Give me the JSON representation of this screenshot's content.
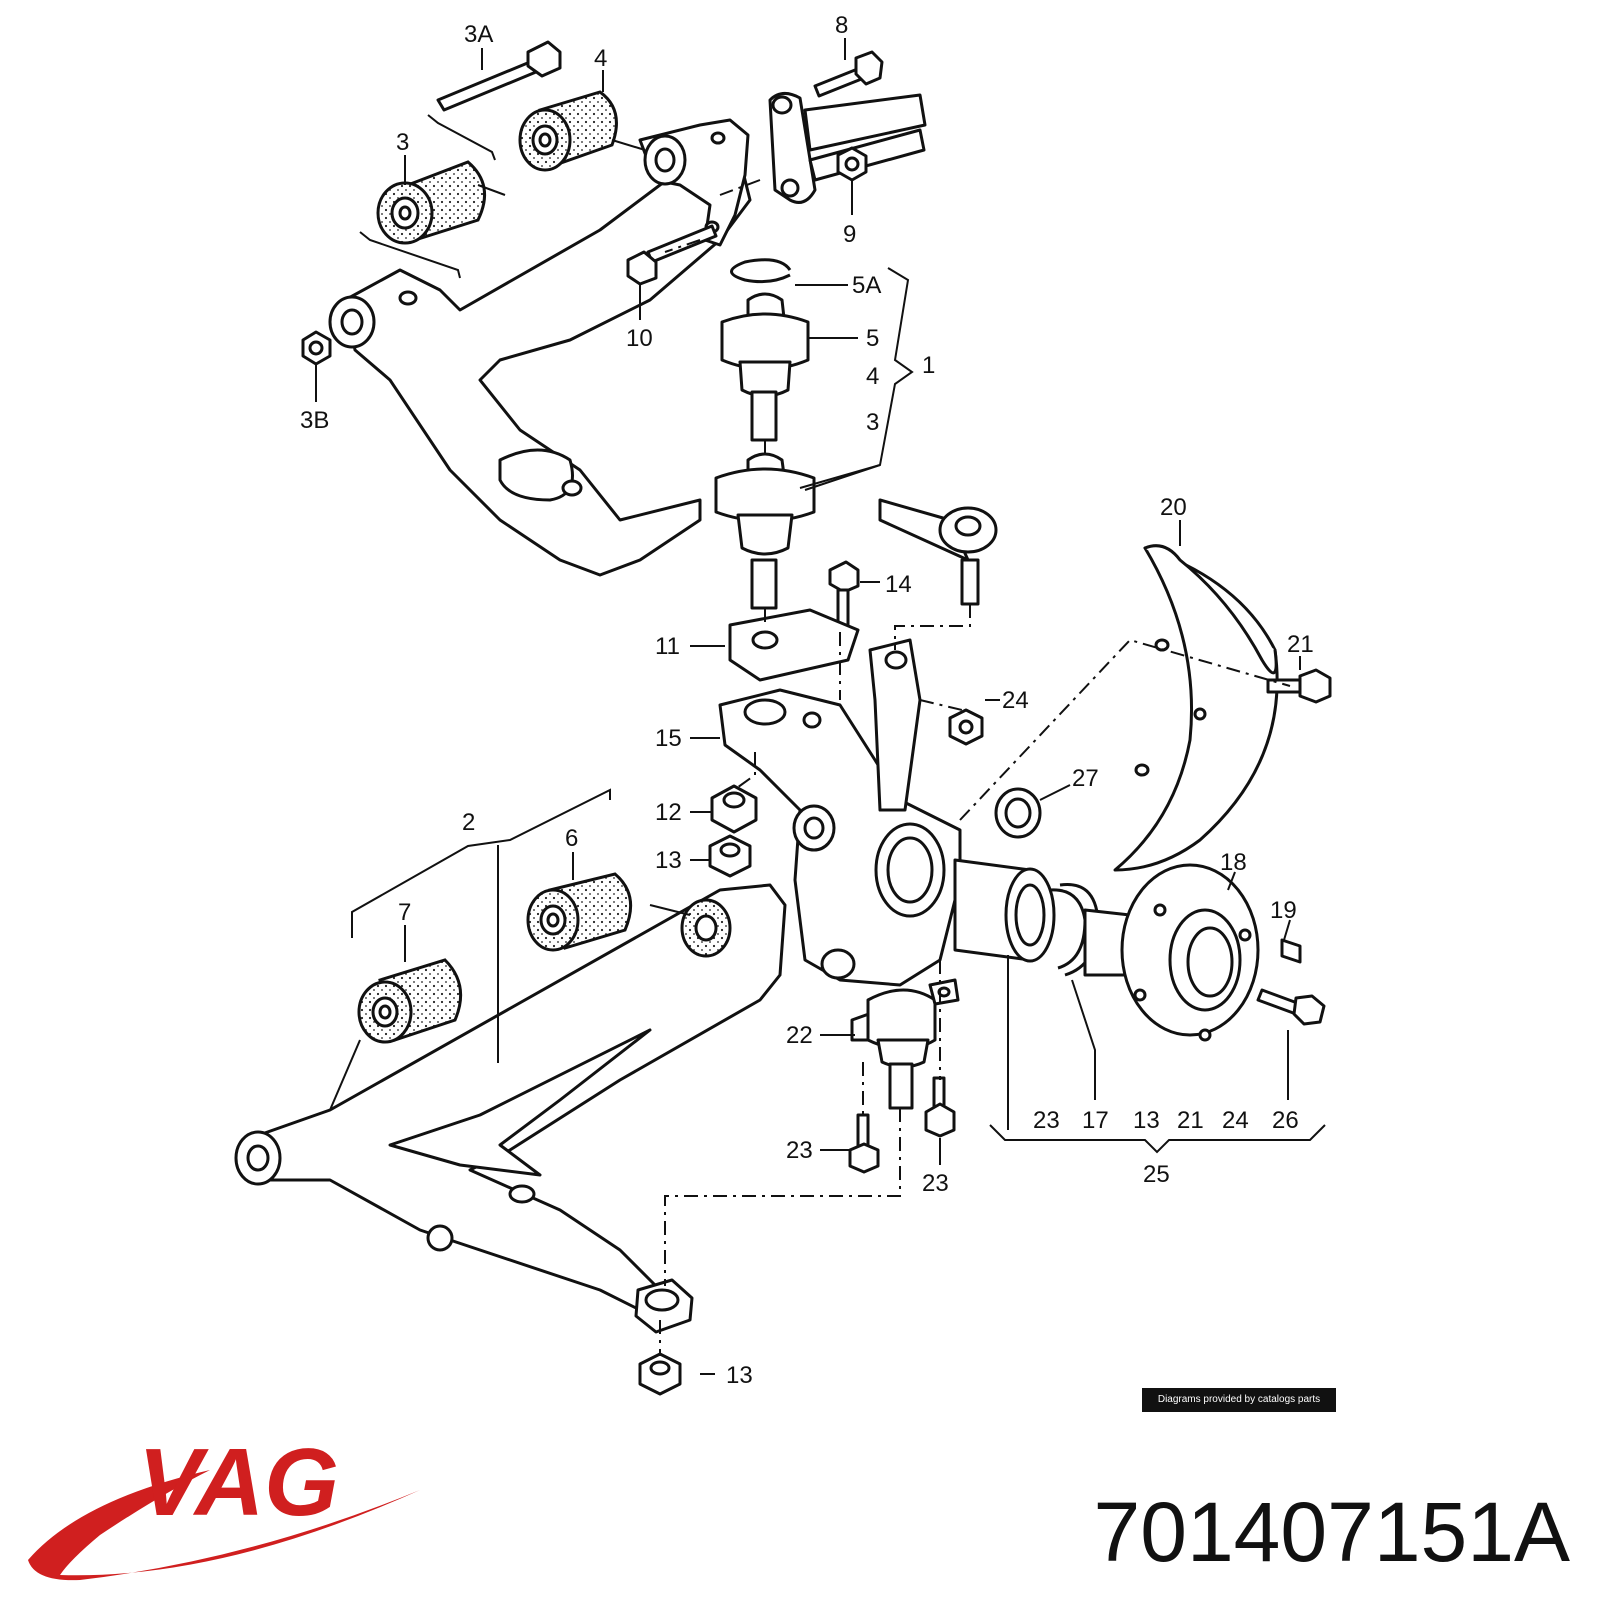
{
  "labels": {
    "l_3A": "3A",
    "l_4_top": "4",
    "l_8": "8",
    "l_3_top": "3",
    "l_9": "9",
    "l_5A": "5A",
    "l_10": "10",
    "l_5": "5",
    "l_4_mid": "4",
    "l_1": "1",
    "l_3B": "3B",
    "l_3_mid": "3",
    "l_20": "20",
    "l_14": "14",
    "l_21_top": "21",
    "l_11": "11",
    "l_24_top": "24",
    "l_15": "15",
    "l_27": "27",
    "l_2": "2",
    "l_12": "12",
    "l_6": "6",
    "l_18": "18",
    "l_13_mid": "13",
    "l_7": "7",
    "l_19": "19",
    "l_22": "22",
    "l_23_a": "23",
    "l_17": "17",
    "l_13_b": "13",
    "l_21_b": "21",
    "l_24_b": "24",
    "l_26": "26",
    "l_23_left": "23",
    "l_25": "25",
    "l_23_right": "23",
    "l_13_bottom": "13"
  },
  "credit": "Diagrams provided by catalogs parts",
  "brand": {
    "logo_text": "VAG",
    "logo_color": "#d01f1f"
  },
  "part_number": "701407151A"
}
